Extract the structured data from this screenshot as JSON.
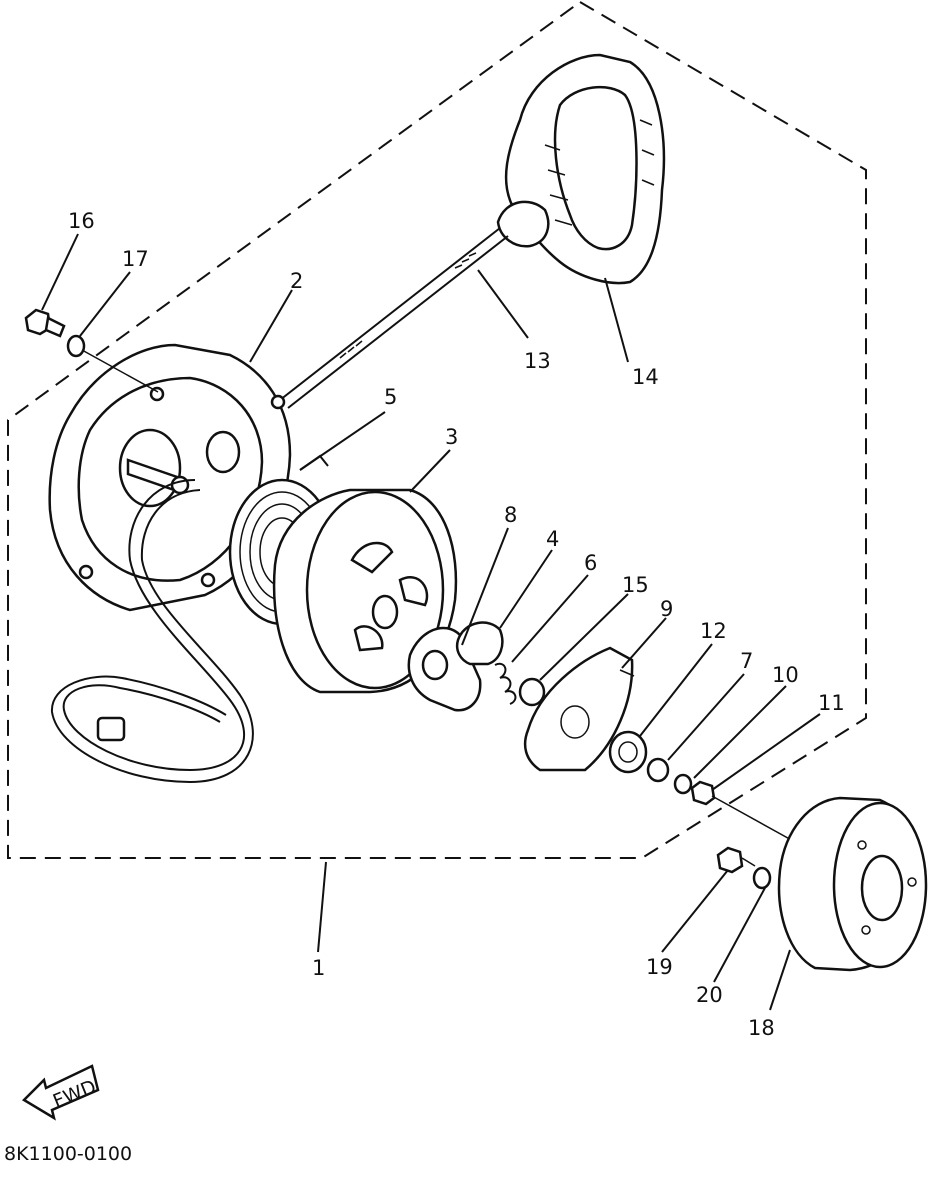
{
  "diagram": {
    "part_code": "8K1100-0100",
    "fwd_label": "FWD",
    "callouts": [
      {
        "id": "1",
        "text": "1"
      },
      {
        "id": "2",
        "text": "2"
      },
      {
        "id": "3",
        "text": "3"
      },
      {
        "id": "4",
        "text": "4"
      },
      {
        "id": "5",
        "text": "5"
      },
      {
        "id": "6",
        "text": "6"
      },
      {
        "id": "7",
        "text": "7"
      },
      {
        "id": "8",
        "text": "8"
      },
      {
        "id": "9",
        "text": "9"
      },
      {
        "id": "10",
        "text": "10"
      },
      {
        "id": "11",
        "text": "11"
      },
      {
        "id": "12",
        "text": "12"
      },
      {
        "id": "13",
        "text": "13"
      },
      {
        "id": "14",
        "text": "14"
      },
      {
        "id": "15",
        "text": "15"
      },
      {
        "id": "16",
        "text": "16"
      },
      {
        "id": "17",
        "text": "17"
      },
      {
        "id": "18",
        "text": "18"
      },
      {
        "id": "19",
        "text": "19"
      },
      {
        "id": "20",
        "text": "20"
      }
    ]
  }
}
